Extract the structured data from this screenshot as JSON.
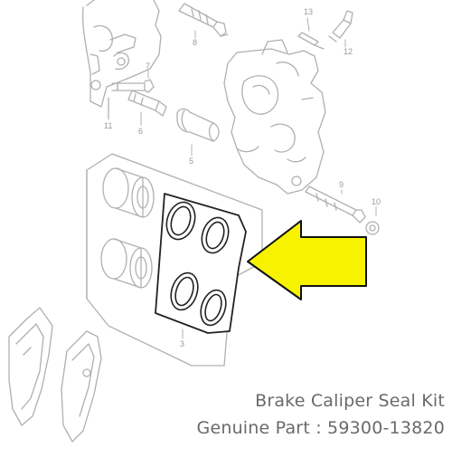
{
  "caption": {
    "line1": "Brake Caliper Seal Kit",
    "line2": "Genuine Part : 59300-13820"
  },
  "callouts": {
    "c13": "13",
    "c12": "12",
    "c8": "8",
    "c7": "7",
    "c11": "11",
    "c6": "6",
    "c5": "5",
    "c9": "9",
    "c10": "10",
    "c3": "3"
  },
  "colors": {
    "line": "#b0b0b0",
    "dark_line": "#222222",
    "arrow_fill": "#f7f300",
    "arrow_stroke": "#111111",
    "caption_text": "#6a6a6a"
  },
  "icons": {
    "pointer": "arrow-left-icon"
  }
}
